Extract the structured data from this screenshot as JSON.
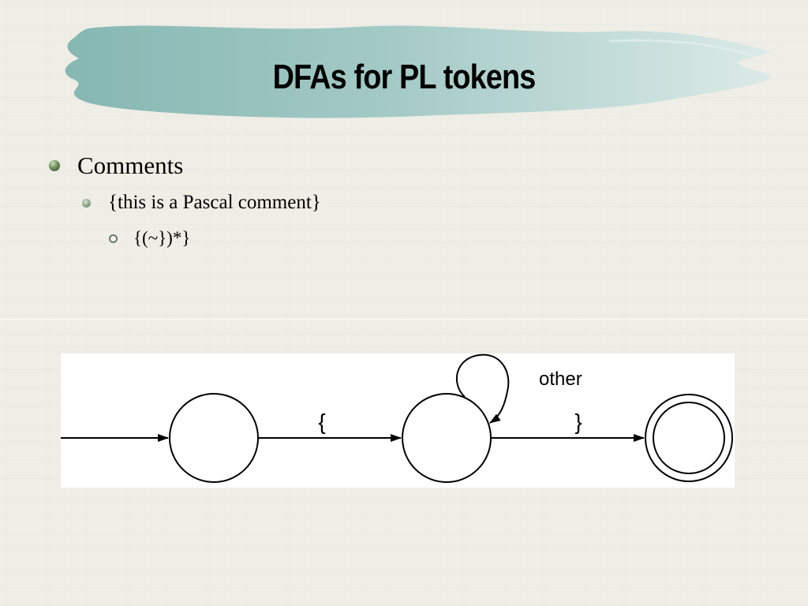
{
  "slide": {
    "title": "DFAs for PL tokens",
    "bullets": {
      "level1": "Comments",
      "level2": "{this is a Pascal comment}",
      "level3": "{(~})*}"
    }
  },
  "diagram": {
    "states": [
      {
        "id": "start",
        "accepting": false
      },
      {
        "id": "inside",
        "accepting": false
      },
      {
        "id": "end",
        "accepting": true
      }
    ],
    "transitions": [
      {
        "from": "entry",
        "to": "start",
        "label": ""
      },
      {
        "from": "start",
        "to": "inside",
        "label": "{"
      },
      {
        "from": "inside",
        "to": "inside",
        "label": "other"
      },
      {
        "from": "inside",
        "to": "end",
        "label": "}"
      }
    ]
  },
  "colors": {
    "banner": "#8fbdb8",
    "banner_light": "#d6e7e5",
    "bullet": "#617c5c"
  }
}
